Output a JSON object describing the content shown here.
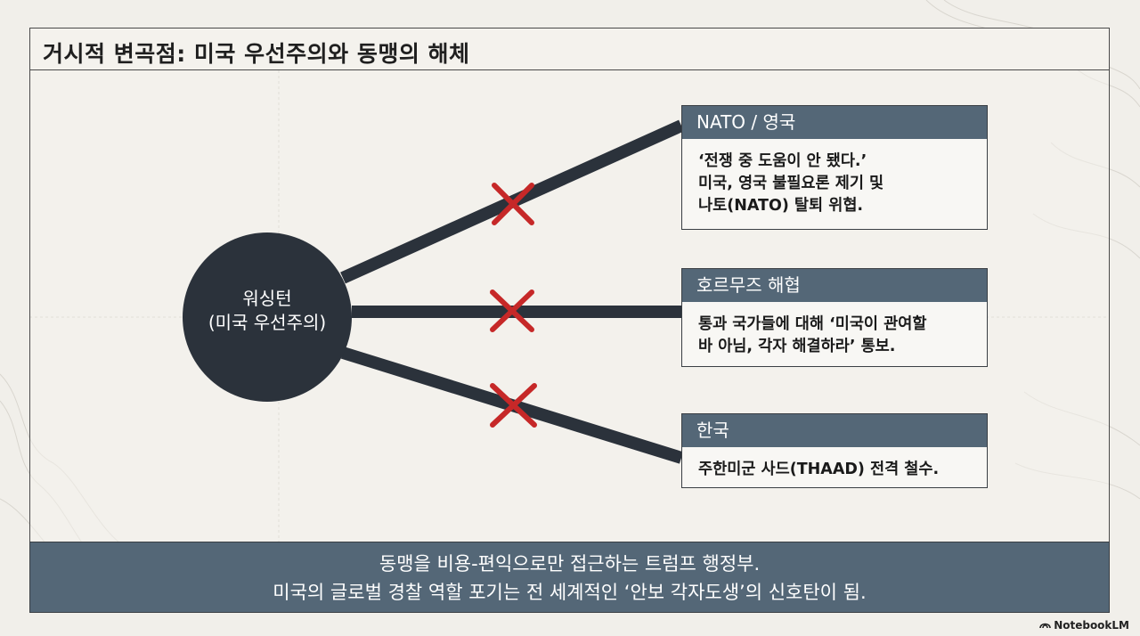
{
  "title": "거시적 변곡점: 미국 우선주의와 동맹의 해체",
  "hub": {
    "line1": "워싱턴",
    "line2": "(미국 우선주의)"
  },
  "branches": [
    {
      "header": "NATO / 영국",
      "body": "‘전쟁 중 도움이 안 됐다.’\n미국, 영국 불필요론 제기 및\n나토(NATO) 탈퇴 위협.",
      "severed": true
    },
    {
      "header": "호르무즈 해협",
      "body": "통과 국가들에 대해 ‘미국이 관여할\n바 아님, 각자 해결하라’ 통보.",
      "severed": true
    },
    {
      "header": "한국",
      "body": "주한미군 사드(THAAD) 전격 철수.",
      "severed": true
    }
  ],
  "footer": {
    "line1": "동맹을 비용-편익으로만 접근하는 트럼프 행정부.",
    "line2": "미국의 글로벌 경찰 역할 포기는 전 세계적인 ‘안보 각자도생’의 신호탄이 됨."
  },
  "brand": "NotebookLM",
  "colors": {
    "hub": "#2b323b",
    "connector": "#2b323b",
    "header": "#546777",
    "cross": "#c62828",
    "background": "#f1efea"
  }
}
